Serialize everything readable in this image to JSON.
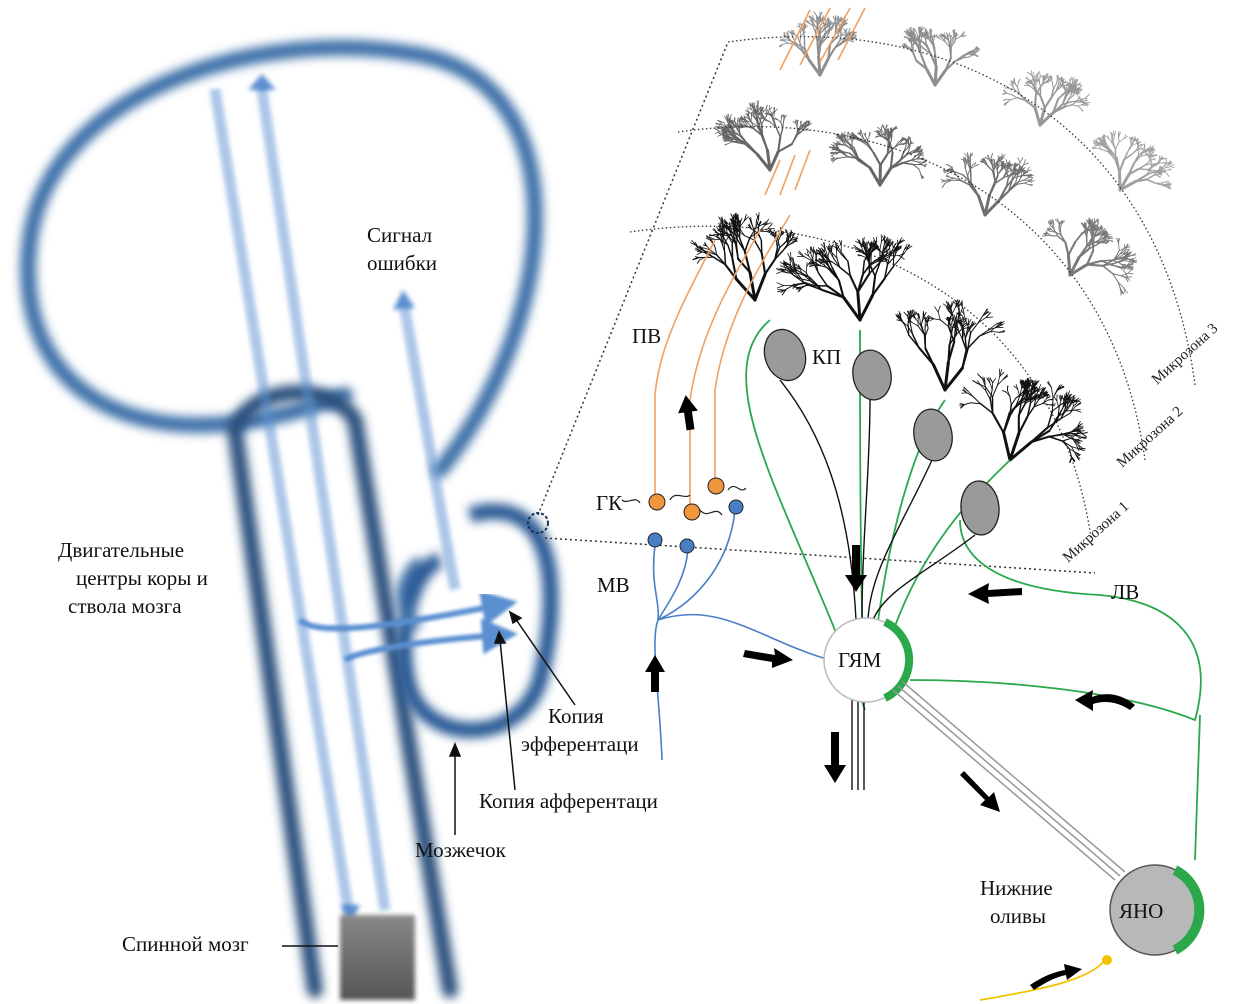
{
  "labels": {
    "error_signal_line1": "Сигнал",
    "error_signal_line2": "ошибки",
    "motor_centers_line1": "Двигательные",
    "motor_centers_line2": "центры коры и",
    "motor_centers_line3": "ствола мозга",
    "efference_copy_line1": "Копия",
    "efference_copy_line2": "эфферентаци",
    "afference_copy": "Копия афферентаци",
    "cerebellum": "Мозжечок",
    "spinal_cord": "Спинной мозг",
    "pv": "ПВ",
    "kp": "КП",
    "gk": "ГК",
    "mv": "МВ",
    "lv": "ЛВ",
    "gyam": "ГЯМ",
    "yano": "ЯНО",
    "inferior_olive_line1": "Нижние",
    "inferior_olive_line2": "оливы",
    "microzone1": "Микрозона 1",
    "microzone2": "Микрозона 2",
    "microzone3": "Микрозона 3"
  },
  "colors": {
    "brain_blue": "#3d6fa8",
    "tract_blue": "#5a8fd0",
    "mossy_fiber": "#4a7fc8",
    "parallel_fiber": "#f0a060",
    "granule_cell": "#f0963c",
    "climbing_fiber": "#2aa84a",
    "purkinje": "#111111",
    "nucleus_fill": "#b8b8b8",
    "olive_input": "#f2c200"
  }
}
